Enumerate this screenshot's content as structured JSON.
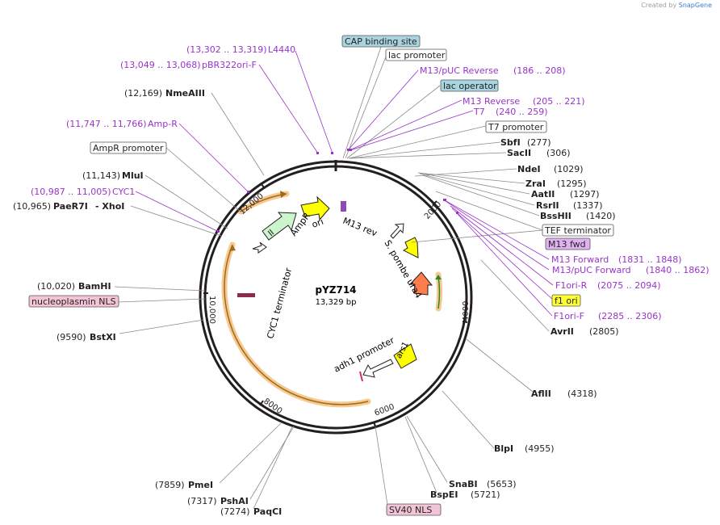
{
  "credit": {
    "prefix": "Created by",
    "brand": "SnapGene"
  },
  "plasmid": {
    "name": "pYZ714",
    "size": "13,329 bp"
  },
  "ticks": [
    "2000",
    "4000",
    "6000",
    "8000",
    "10,000",
    "12,000"
  ],
  "features": {
    "ampr": "AmpR",
    "ori": "ori",
    "m13rev": "M13 rev",
    "spombe": "S. pombe ura4",
    "cyc1": "CYC1 terminator",
    "adh1": "adh1 promoter",
    "ars1": "ars1"
  },
  "labels": {
    "cap": "CAP binding site",
    "lacp": "lac promoter",
    "m13puc_rev": "M13/pUC Reverse",
    "m13puc_rev_pos": "(186 .. 208)",
    "lacop": "lac operator",
    "m13_reverse": "M13 Reverse",
    "m13_reverse_pos": "(205 .. 221)",
    "t7": "T7",
    "t7_pos": "(240 .. 259)",
    "t7prom": "T7 promoter",
    "sbfi": "SbfI",
    "sbfi_pos": "(277)",
    "saci": "SacII",
    "saci_pos": "(306)",
    "ndei": "NdeI",
    "ndei_pos": "(1029)",
    "zrai": "ZraI",
    "zrai_pos": "(1295)",
    "aatii": "AatII",
    "aatii_pos": "(1297)",
    "rsrii": "RsrII",
    "rsrii_pos": "(1337)",
    "bsshii": "BssHII",
    "bsshii_pos": "(1420)",
    "tef": "TEF terminator",
    "m13fwd": "M13 fwd",
    "m13forward": "M13 Forward",
    "m13forward_pos": "(1831 .. 1848)",
    "m13puc_fwd": "M13/pUC Forward",
    "m13puc_fwd_pos": "(1840 .. 1862)",
    "f1orir": "F1ori-R",
    "f1orir_pos": "(2075 .. 2094)",
    "f1ori": "f1 ori",
    "f1orif": "F1ori-F",
    "f1orif_pos": "(2285 .. 2306)",
    "avrii": "AvrII",
    "avrii_pos": "(2805)",
    "aflii": "AflII",
    "aflii_pos": "(4318)",
    "blpi": "BlpI",
    "blpi_pos": "(4955)",
    "snabi": "SnaBI",
    "snabi_pos": "(5653)",
    "bspei": "BspEI",
    "bspei_pos": "(5721)",
    "sv40": "SV40 NLS",
    "paqci_pos": "(7274)",
    "paqci": "PaqCI",
    "pshai_pos": "(7317)",
    "pshai": "PshAI",
    "pmei_pos": "(7859)",
    "pmei": "PmeI",
    "bstxi_pos": "(9590)",
    "bstxi": "BstXI",
    "nls": "nucleoplasmin NLS",
    "bamhi_pos": "(10,020)",
    "bamhi": "BamHI",
    "paer7i_pos": "(10,965)",
    "paer7i": "PaeR7I",
    "xhoi": "XhoI",
    "cyc1_primer_pos": "(10,987 .. 11,005)",
    "cyc1_primer": "CYC1",
    "mlui_pos": "(11,143)",
    "mlui": "MluI",
    "ampr_prom": "AmpR promoter",
    "ampr_primer_pos": "(11,747 .. 11,766)",
    "ampr_primer": "Amp-R",
    "nmeaiii_pos": "(12,169)",
    "nmeaiii": "NmeAIII",
    "pbr_pos": "(13,049 .. 13,068)",
    "pbr": "pBR322ori-F",
    "l4440_pos": "(13,302 .. 13,319)",
    "l4440": "L4440"
  },
  "colors": {
    "backbone": "#231f20",
    "primer": "#9933cc",
    "cap_fill": "#a8d4e0",
    "lacop_fill": "#a8d4e0",
    "m13fwd_fill": "#e0b3f0",
    "f1ori_fill": "#ffff33",
    "nls_fill": "#f2c4d6",
    "ampr_fill": "#cdf5cd",
    "ori_fill": "#ffff00",
    "ura4_fill": "#ff7c4d",
    "ars1_fill": "#ffff00",
    "orf_fill": "#f7c990"
  }
}
